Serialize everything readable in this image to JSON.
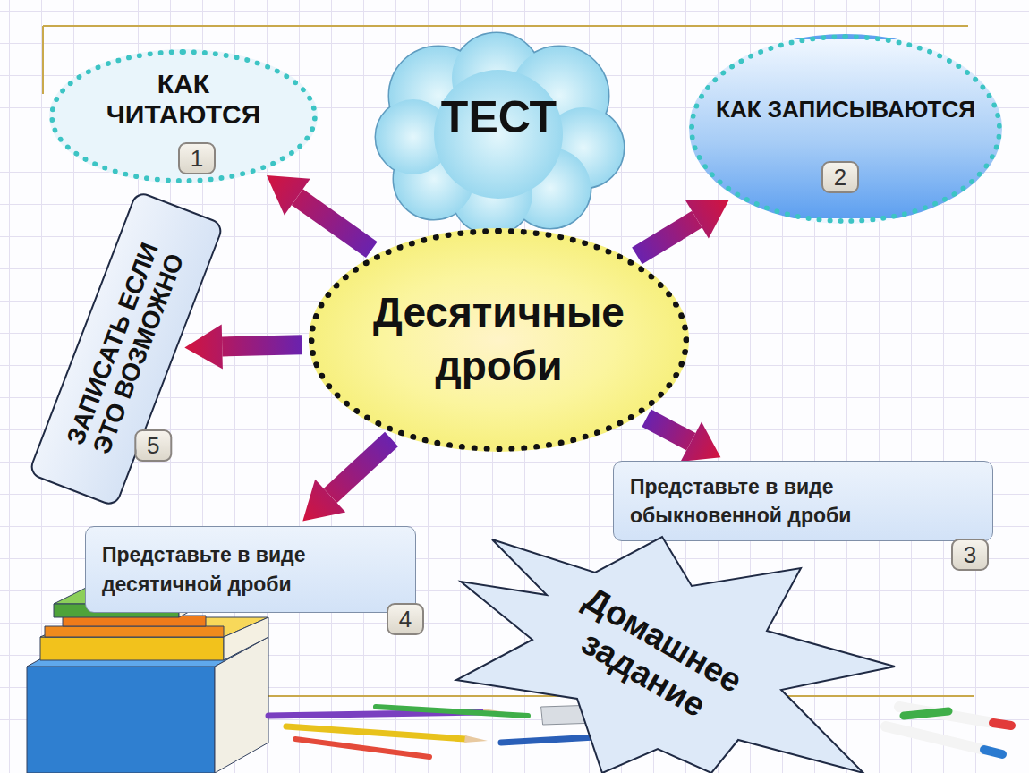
{
  "diagram": {
    "nodes": [
      {
        "text": [
          "КАК ЧИТАЮТСЯ"
        ]
      },
      {
        "text": [
          "1"
        ],
        "in": 0
      },
      {
        "text": [
          "ТЕСТ"
        ]
      },
      {
        "text": [
          "КАК ЗАПИСЫВАЮТСЯ"
        ]
      },
      {
        "text": [
          "2"
        ],
        "in": 3
      },
      {
        "text": [
          "ЗАПИСАТЬ ЕСЛИ ЭТО ВОЗМОЖНО"
        ]
      },
      {
        "text": [
          "5"
        ],
        "in": 5
      },
      {
        "text": [
          "Десятичные дроби"
        ]
      },
      {
        "text": [
          "Представьте в виде обыкновенной дроби"
        ]
      },
      {
        "text": [
          "3"
        ],
        "in": 8
      },
      {
        "text": [
          "Представьте в виде десятичной дроби"
        ]
      },
      {
        "text": [
          "4"
        ],
        "in": 10
      },
      {
        "text": [
          "Домашнее задание"
        ]
      }
    ],
    "edges": [
      {
        "from": 7,
        "to": 0,
        "arrow": "to"
      },
      {
        "from": 7,
        "to": 3,
        "arrow": "to"
      },
      {
        "from": 7,
        "to": 5,
        "arrow": "to"
      },
      {
        "from": 7,
        "to": 8,
        "arrow": "to"
      },
      {
        "from": 7,
        "to": 10,
        "arrow": "to"
      }
    ]
  }
}
